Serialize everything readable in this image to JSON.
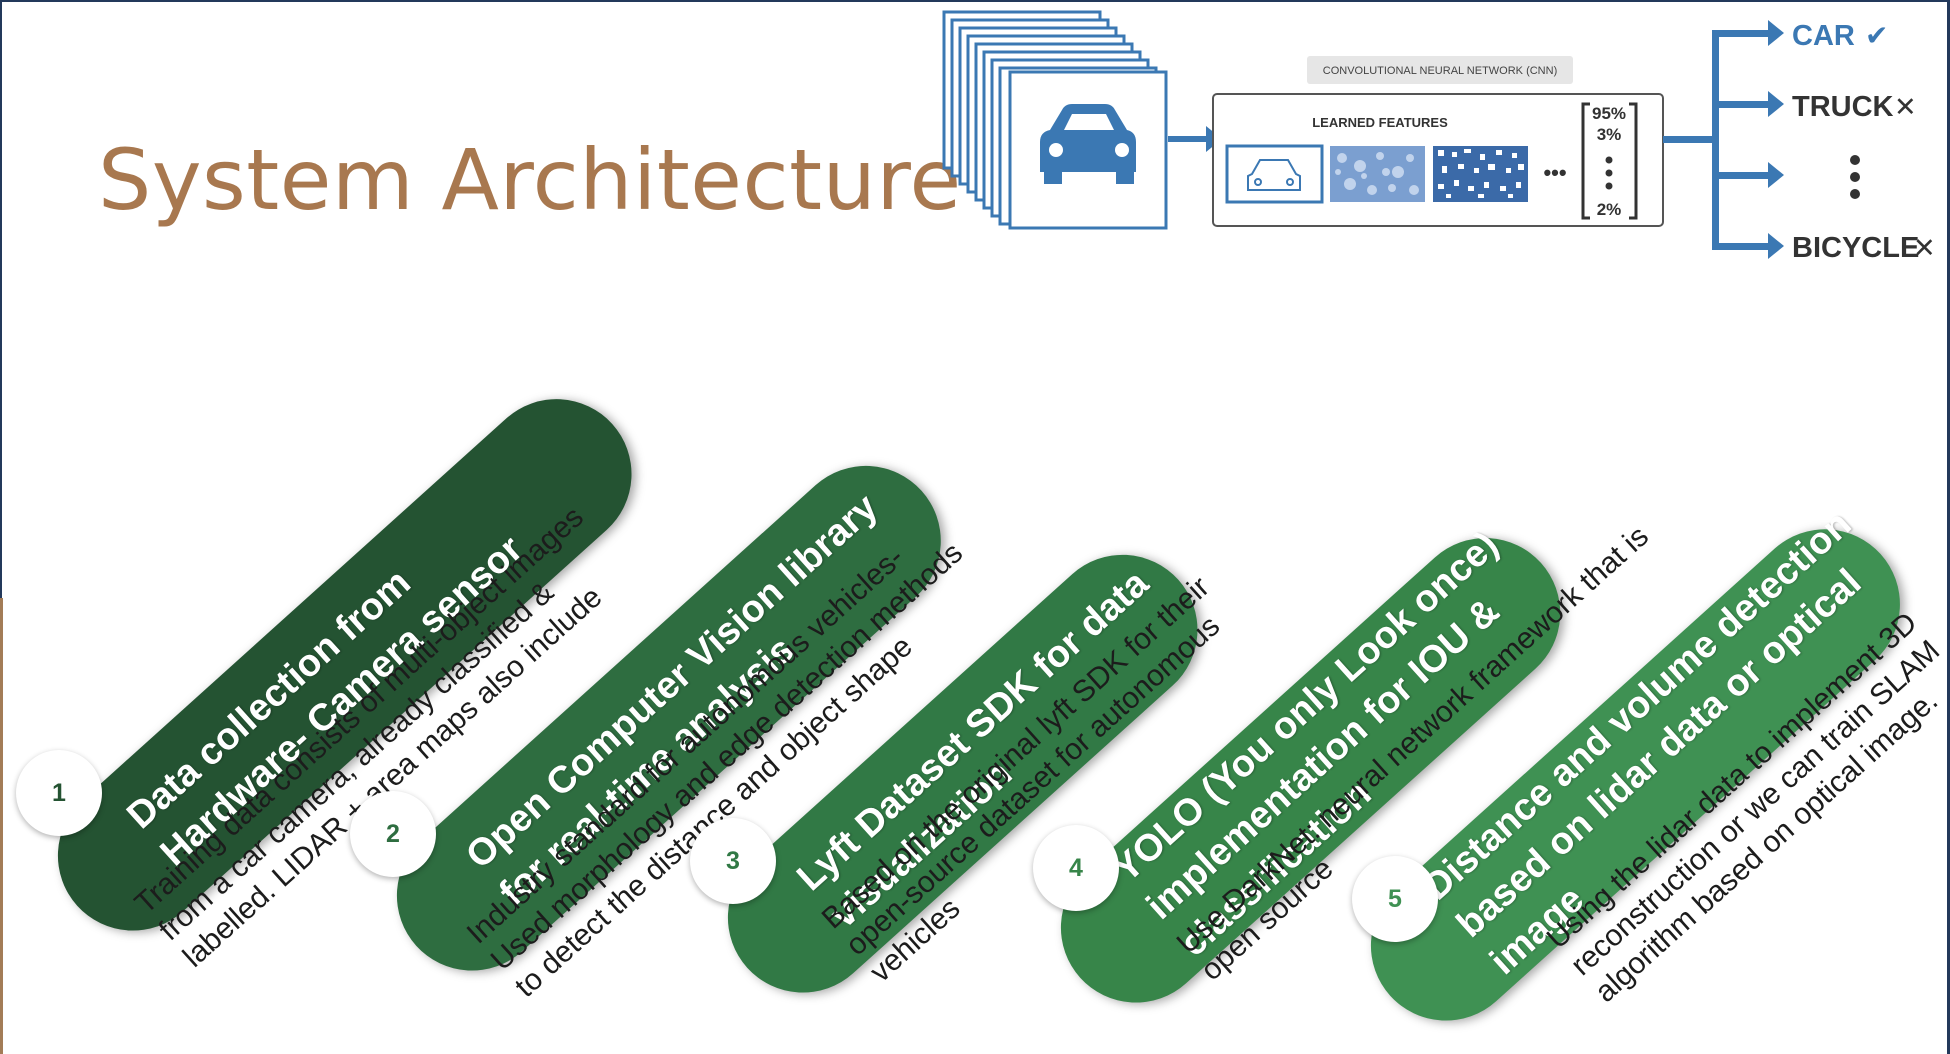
{
  "title": "System Architecture",
  "cnn_figure": {
    "header": "CONVOLUTIONAL NEURAL NETWORK (CNN)",
    "learned_features": "LEARNED FEATURES",
    "ellipsis": "•••",
    "probabilities": [
      "95%",
      "3%",
      "2%"
    ],
    "outputs": [
      {
        "label": "CAR",
        "mark": "✔"
      },
      {
        "label": "TRUCK",
        "mark": "✕"
      },
      {
        "label": "",
        "mark": ""
      },
      {
        "label": "BICYCLE",
        "mark": "✕"
      }
    ],
    "colors": {
      "accent": "#3b78b3",
      "header_bg": "#e6e6e6"
    }
  },
  "steps": [
    {
      "number": "1",
      "title_lines": [
        "Data collection from",
        "Hardware- Camera sensor"
      ],
      "description_lines": [
        "Training data consists of multi-object images",
        "from a car camera, already classified &",
        "labelled. LIDAR + area maps also include"
      ],
      "color": "#245332"
    },
    {
      "number": "2",
      "title_lines": [
        "Open Computer Vision library",
        "for real-time analysis"
      ],
      "description_lines": [
        "Industry standard for autonomous vehicles-",
        "Used morphology and edge detection methods",
        "to detect the distance and object shape"
      ],
      "color": "#2e6d40"
    },
    {
      "number": "3",
      "title_lines": [
        "Lyft Dataset SDK for data",
        "visualization"
      ],
      "description_lines": [
        "Based on the original lyft SDK for their",
        "open-source dataset for autonomous",
        "vehicles"
      ],
      "color": "#317945"
    },
    {
      "number": "4",
      "title_lines": [
        "YOLO (You only Look once)",
        "implementation for IOU &",
        "classification"
      ],
      "description_lines": [
        "Use DarkNet: neural network framework that is",
        "open source"
      ],
      "color": "#378549"
    },
    {
      "number": "5",
      "title_lines": [
        "Distance and volume detection",
        "based on lidar data or optical",
        "image"
      ],
      "description_lines": [
        "Using the lidar data to implement 3D",
        "reconstruction or we can train SLAM",
        "algorithm based on optical image."
      ],
      "color": "#3f9153"
    }
  ]
}
